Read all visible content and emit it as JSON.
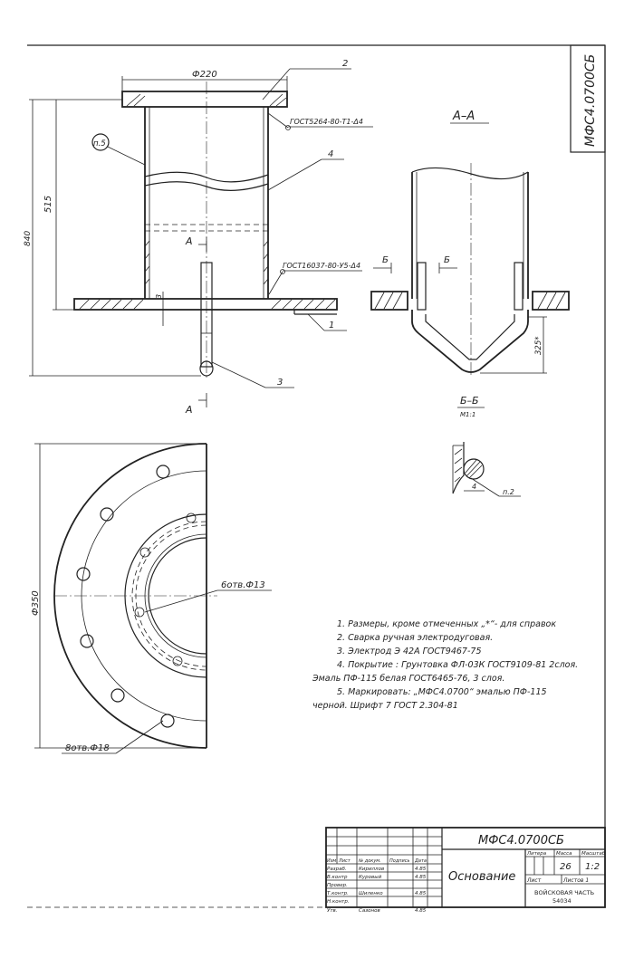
{
  "drawing": {
    "doc_code_vertical": "МФС4.0700СБ",
    "view_section_aa": "А–А",
    "section_bb": "Б–Б",
    "section_bb_scale": "М1:1",
    "dims": {
      "flange_diameter": "Ф220",
      "height_total": "840",
      "height_body": "515",
      "thickness_3": "3",
      "dim_325": "325*",
      "dim_4": "4",
      "outer_diameter": "Ф350",
      "holes_6": "6отв.Ф13",
      "holes_8": "8отв.Ф18"
    },
    "callouts": {
      "pos_2": "2",
      "pos_4": "4",
      "pos_1": "1",
      "pos_3": "3",
      "pos_p5": "п.5",
      "pos_p2": "п.2",
      "weld_top": "ГОСТ5264-80-Т1-Δ4",
      "weld_bottom": "ГОСТ16037-80-У5-Δ4",
      "section_a": "А",
      "section_b": "Б"
    },
    "notes": [
      "1. Размеры, кроме отмеченных „*“- для справок",
      "2. Сварка ручная электродуговая.",
      "3. Электрод Э 42А ГОСТ9467-75",
      "4. Покрытие : Грунтовка ФЛ-03К ГОСТ9109-81 2слоя.",
      "Эмаль ПФ-115 белая ГОСТ6465-76, 3 слоя.",
      "5. Маркировать: „МФС4.0700“ эмалью ПФ-115",
      "черной. Шрифт 7 ГОСТ 2.304-81"
    ]
  },
  "title_block": {
    "doc_code": "МФС4.0700СБ",
    "title": "Основание",
    "col_headers": [
      "Изм",
      "Лист",
      "№ докум.",
      "Подпись",
      "Дата"
    ],
    "rows": [
      {
        "role": "Разраб.",
        "name": "Кириллов",
        "date": "4.85"
      },
      {
        "role": "В.контр",
        "name": "Куровый",
        "date": "4.85"
      },
      {
        "role": "Провер.",
        "name": "",
        "date": ""
      },
      {
        "role": "Т.контр.",
        "name": "Шиленко",
        "date": "4.85"
      },
      {
        "role": "Н.контр.",
        "name": "",
        "date": ""
      },
      {
        "role": "Утв.",
        "name": "Сазонов",
        "date": "4.85"
      }
    ],
    "lit_label": "Литера",
    "mass_label": "Масса",
    "scale_label": "Масштаб",
    "mass_value": "26",
    "scale_value": "1:2",
    "sheet_label": "Лист",
    "sheets_label": "Листов 1",
    "org_line1": "ВОЙСКОВАЯ ЧАСТЬ",
    "org_line2": "54034"
  }
}
